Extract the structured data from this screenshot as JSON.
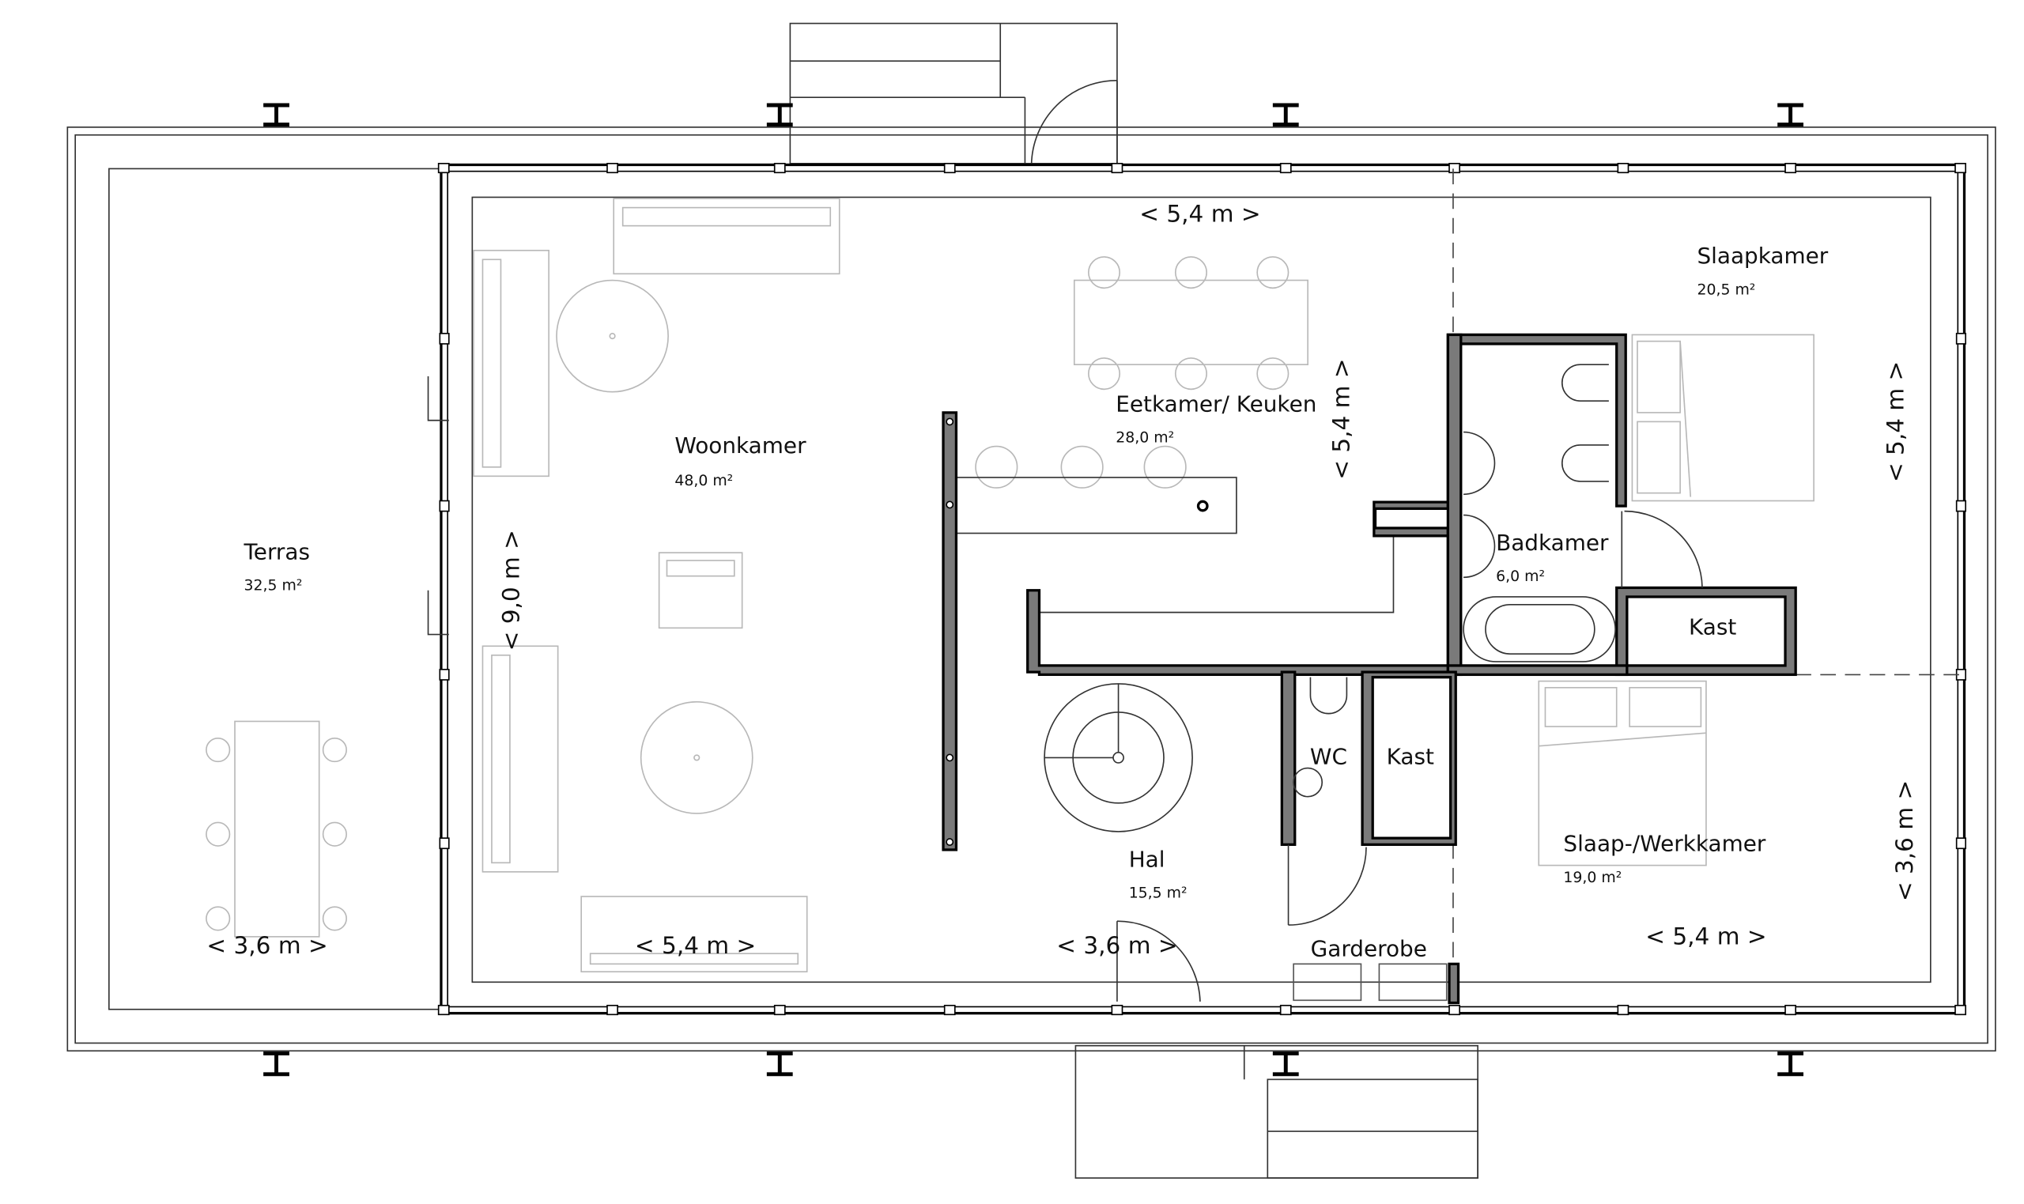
{
  "colors": {
    "wall_fill": "#7a7a7a",
    "wall_stroke": "#000000",
    "furniture": "#b8b8b8",
    "background": "#ffffff"
  },
  "rooms": {
    "terras": {
      "name": "Terras",
      "area": "32,5 m²"
    },
    "woonkamer": {
      "name": "Woonkamer",
      "area": "48,0 m²"
    },
    "eetkamer": {
      "name": "Eetkamer/ Keuken",
      "area": "28,0 m²"
    },
    "slaapkamer": {
      "name": "Slaapkamer",
      "area": "20,5 m²"
    },
    "badkamer": {
      "name": "Badkamer",
      "area": "6,0 m²"
    },
    "hal": {
      "name": "Hal",
      "area": "15,5 m²"
    },
    "werkkamer": {
      "name": "Slaap-/Werkkamer",
      "area": "19,0 m²"
    },
    "kast1": {
      "name": "Kast"
    },
    "kast2": {
      "name": "Kast"
    },
    "wc": {
      "name": "WC"
    },
    "garderobe": {
      "name": "Garderobe"
    }
  },
  "dimensions": {
    "top_kitchen": "< 5,4 m >",
    "terras_width": "< 3,6 m >",
    "woonkamer_width": "< 5,4 m >",
    "hal_width": "< 3,6 m >",
    "werkkamer_width": "< 5,4 m >",
    "woonkamer_depth": "< 9,0 m >",
    "eetkamer_depth": "< 5,4 m >",
    "slaapkamer_depth": "< 5,4 m >",
    "werkkamer_depth": "< 3,6 m >"
  }
}
